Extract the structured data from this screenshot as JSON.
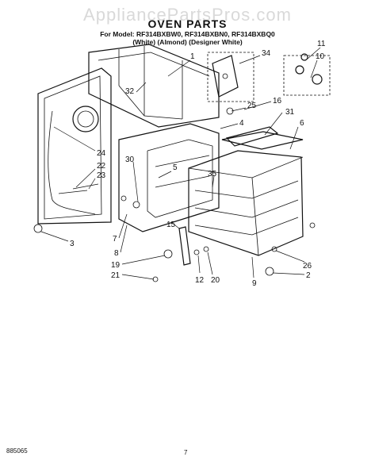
{
  "watermark": "AppliancePartsPros.com",
  "header": {
    "title": "OVEN PARTS",
    "models": "For Model: RF314BXBW0, RF314BXBN0, RF314BXBQ0",
    "variants": "(White) (Almond) (Designer White)"
  },
  "footer": {
    "doc_number": "885065",
    "page_number": "7"
  },
  "callouts": [
    "1",
    "2",
    "3",
    "4",
    "5",
    "6",
    "7",
    "8",
    "9",
    "10",
    "11",
    "12",
    "15",
    "16",
    "19",
    "20",
    "21",
    "22",
    "23",
    "24",
    "25",
    "26",
    "30",
    "31",
    "32",
    "34",
    "35"
  ],
  "icons": {
    "diagram": "exploded-parts-diagram-icon"
  }
}
